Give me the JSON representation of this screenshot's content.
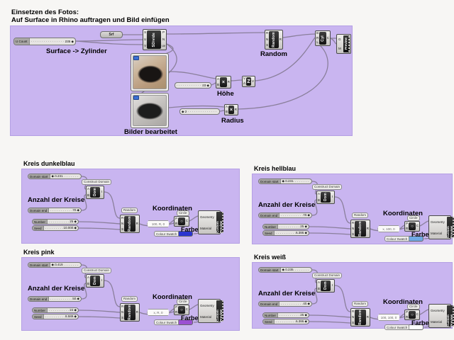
{
  "header": {
    "line1": "Einsetzen des Fotos:",
    "line2": "Auf Surface in Rhino auftragen und Bild einfügen"
  },
  "top": {
    "srf_label": "Srf",
    "ucount_label": "U Count",
    "ucount_value": "235 ◆",
    "sdivide": {
      "label": "SDivide",
      "in0": "S",
      "in1": "U",
      "in2": "V",
      "out0": "P",
      "out1": "N",
      "out2": "uv"
    },
    "surface_caption": "Surface -> Zylinder",
    "random": {
      "caption": "Random",
      "label": "Random",
      "in0": "R",
      "in1": "N",
      "in2": "S",
      "out0": "R"
    },
    "cyl": {
      "label": "Cyl",
      "in0": "B",
      "in1": "R",
      "in2": "L",
      "out0": "C"
    },
    "preview": {
      "label": "Preview",
      "in0": "G",
      "in1": "M"
    },
    "hoehe": {
      "caption": "Höhe",
      "slider_value": "23 ◆",
      "glyph": "×",
      "in0": "A",
      "in1": "B",
      "out0": "R"
    },
    "amp": {
      "glyph": "Z",
      "in0": "V",
      "in1": "A",
      "out0": "V"
    },
    "radius": {
      "caption": "Radius",
      "slider_value": "◆ 2",
      "glyph": "×",
      "in0": "A",
      "in1": "B",
      "out0": "R"
    },
    "bilder_caption": "Bilder bearbeitet"
  },
  "panels": [
    {
      "title": "Kreis dunkelblau",
      "domain_start_label": "Domain start",
      "domain_start_value": "◆ 0.231",
      "domain_end_label": "Domain end",
      "domain_end_value": "70 ◆",
      "number_label": "Number",
      "number_value": "25 ◆",
      "seed_label": "Seed",
      "seed_value": "10.000 ◆",
      "construct_tag": "Construct Domain",
      "dom": {
        "label": "Dom",
        "in0": "A",
        "in1": "B",
        "out0": "I"
      },
      "anzahl_caption": "Anzahl der Kreise",
      "random_tag": "Random",
      "random": {
        "label": "Random",
        "in0": "R",
        "in1": "N",
        "in2": "S",
        "out0": "R"
      },
      "point_text": "100, R, 0",
      "koordinaten_caption": "Koordinaten",
      "circle_tag": "Circle",
      "circle": {
        "glyph": "○",
        "in0": "P",
        "in1": "R",
        "out0": "C"
      },
      "farbe_caption": "Farbe",
      "swatch_tag": "Colour Swatch",
      "swatch_color": "#2b35cf",
      "cpreview": {
        "label": "Custom Preview",
        "in0": "Geometry",
        "in1": "Material"
      }
    },
    {
      "title": "Kreis hellblau",
      "domain_start_label": "Domain start",
      "domain_start_value": "◆ 0.231",
      "domain_end_label": "Domain end",
      "domain_end_value": "70 ◆",
      "number_label": "Number",
      "number_value": "25 ◆",
      "seed_label": "Seed",
      "seed_value": "6.386 ◆",
      "construct_tag": "Construct Domain",
      "dom": {
        "label": "Dom",
        "in0": "A",
        "in1": "B",
        "out0": "I"
      },
      "anzahl_caption": "Anzahl der Kreise",
      "random_tag": "Random",
      "random": {
        "label": "Random",
        "in0": "R",
        "in1": "N",
        "in2": "S",
        "out0": "R"
      },
      "point_text": "x, 100, 0",
      "koordinaten_caption": "Koordinaten",
      "circle_tag": "Circle",
      "circle": {
        "glyph": "○",
        "in0": "P",
        "in1": "R",
        "out0": "C"
      },
      "farbe_caption": "Farbe",
      "swatch_tag": "Colour Swatch",
      "swatch_color": "#6fa9e6",
      "cpreview": {
        "label": "Custom Preview",
        "in0": "Geometry",
        "in1": "Material"
      }
    },
    {
      "title": "Kreis pink",
      "domain_start_label": "Domain start",
      "domain_start_value": "◆ 0.419",
      "domain_end_label": "Domain end",
      "domain_end_value": "50 ◆",
      "number_label": "Number",
      "number_value": "24 ◆",
      "seed_label": "Seed",
      "seed_value": "8.589 ◆",
      "construct_tag": "Construct Domain",
      "dom": {
        "label": "Dom",
        "in0": "A",
        "in1": "B",
        "out0": "I"
      },
      "anzahl_caption": "Anzahl der Kreise",
      "random_tag": "Random",
      "random": {
        "label": "Random",
        "in0": "R",
        "in1": "N",
        "in2": "S",
        "out0": "R"
      },
      "point_text": "x, R, 0",
      "koordinaten_caption": "Koordinaten",
      "circle_tag": "Circle",
      "circle": {
        "glyph": "○",
        "in0": "P",
        "in1": "R",
        "out0": "C"
      },
      "farbe_caption": "Farbe",
      "swatch_tag": "Colour Swatch",
      "swatch_color": "#9b50d2",
      "cpreview": {
        "label": "Custom Preview",
        "in0": "Geometry",
        "in1": "Material"
      }
    },
    {
      "title": "Kreis weiß",
      "domain_start_label": "Domain start",
      "domain_start_value": "◆ 0.235",
      "domain_end_label": "Domain end",
      "domain_end_value": "40 ◆",
      "number_label": "Number",
      "number_value": "25 ◆",
      "seed_label": "Seed",
      "seed_value": "6.386 ◆",
      "construct_tag": "Construct Domain",
      "dom": {
        "label": "Dom",
        "in0": "A",
        "in1": "B",
        "out0": "I"
      },
      "anzahl_caption": "Anzahl der Kreise",
      "random_tag": "Random",
      "random": {
        "label": "Random",
        "in0": "R",
        "in1": "N",
        "in2": "S",
        "out0": "R"
      },
      "point_text": "100, 100, 0",
      "koordinaten_caption": "Koordinaten",
      "circle_tag": "Circle",
      "circle": {
        "glyph": "○",
        "in0": "P",
        "in1": "R",
        "out0": "C"
      },
      "farbe_caption": "Farbe",
      "swatch_tag": "Colour Swatch",
      "swatch_color": "#ffffff",
      "cpreview": {
        "label": "Custom Preview",
        "in0": "Geometry",
        "in1": "Material"
      }
    }
  ]
}
